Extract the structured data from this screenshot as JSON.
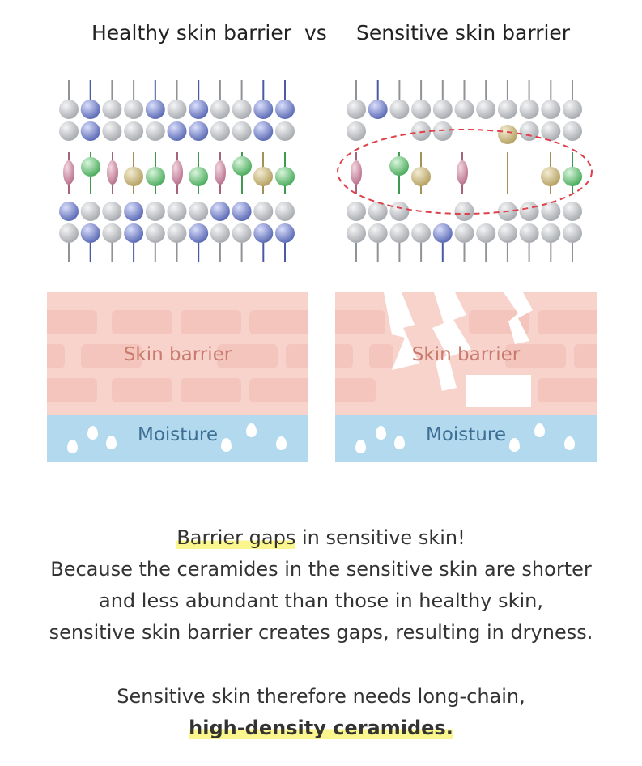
{
  "header": {
    "left_title": "Healthy skin barrier",
    "vs": "vs",
    "right_title": "Sensitive skin barrier"
  },
  "walls": {
    "barrier_label": "Skin barrier",
    "moisture_label": "Moisture"
  },
  "body": {
    "highlight1": "Barrier gaps",
    "line1_rest": " in sensitive skin!",
    "line2": "Because the ceramides in the sensitive skin are shorter",
    "line3": "and less abundant than those in healthy skin,",
    "line4": "sensitive skin barrier creates gaps, resulting in dryness.",
    "line5": "Sensitive skin therefore needs long-chain,",
    "highlight2": "high-density ceramides."
  },
  "colors": {
    "lipid_gray": "#c7c9cc",
    "lipid_blue": "#8c98d0",
    "lipid_green": "#7fca8c",
    "lipid_pink": "#d69ab0",
    "lipid_tan": "#d3c28f",
    "gap_outline": "#e0404a",
    "barrier_pink": "#f7d3cc",
    "moisture_blue": "#b3d9ef",
    "highlight_yellow": "#fbf58d"
  }
}
